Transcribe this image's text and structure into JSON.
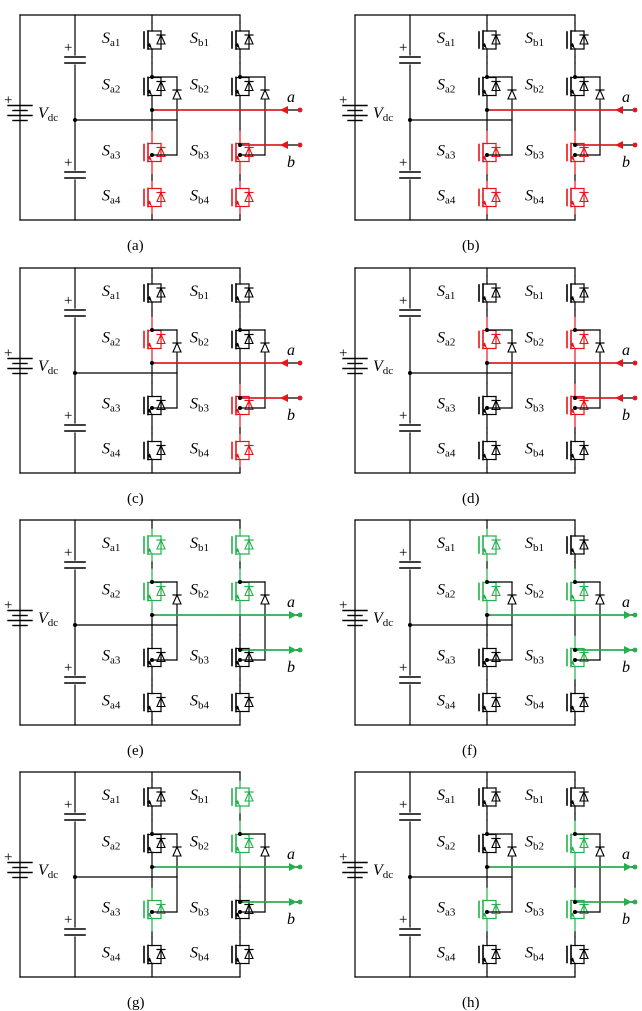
{
  "colors": {
    "black": "#000000",
    "red": "#e8141b",
    "green": "#22b24c"
  },
  "labels": {
    "vdc_main": "V",
    "vdc_sub": "dc",
    "a": "a",
    "b": "b",
    "plus": "+",
    "switch_letter": "S",
    "switches": [
      "a1",
      "a2",
      "a3",
      "a4",
      "b1",
      "b2",
      "b3",
      "b4"
    ]
  },
  "panels": [
    {
      "caption": "(a)",
      "color": "red",
      "active": [
        "a3",
        "a4",
        "b3",
        "b4"
      ]
    },
    {
      "caption": "(b)",
      "color": "red",
      "active": [
        "a3",
        "a4",
        "b3",
        "b4"
      ]
    },
    {
      "caption": "(c)",
      "color": "red",
      "active": [
        "a2",
        "b3",
        "b4"
      ]
    },
    {
      "caption": "(d)",
      "color": "red",
      "active": [
        "a2",
        "b2",
        "b3"
      ]
    },
    {
      "caption": "(e)",
      "color": "green",
      "active": [
        "a1",
        "a2",
        "b1",
        "b2"
      ]
    },
    {
      "caption": "(f)",
      "color": "green",
      "active": [
        "a1",
        "a2",
        "b2",
        "b3"
      ]
    },
    {
      "caption": "(g)",
      "color": "green",
      "active": [
        "a3",
        "b1",
        "b2"
      ]
    },
    {
      "caption": "(h)",
      "color": "green",
      "active": [
        "a3",
        "b2",
        "b3"
      ]
    }
  ]
}
